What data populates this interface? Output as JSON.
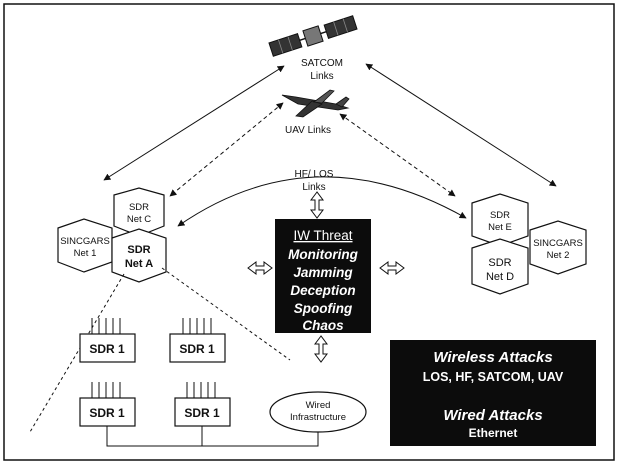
{
  "satcom": {
    "line1": "SATCOM",
    "line2": "Links"
  },
  "uav": {
    "label": "UAV Links"
  },
  "hf": {
    "line1": "HF/ LOS",
    "line2": "Links"
  },
  "cluster_left": {
    "net_c": {
      "line1": "SDR",
      "line2": "Net C"
    },
    "sincgars1": {
      "line1": "SINCGARS",
      "line2": "Net 1"
    },
    "net_a": {
      "line1": "SDR",
      "line2": "Net A"
    }
  },
  "cluster_right": {
    "net_e": {
      "line1": "SDR",
      "line2": "Net E"
    },
    "sincgars2": {
      "line1": "SINCGARS",
      "line2": "Net 2"
    },
    "net_d": {
      "line1": "SDR",
      "line2": "Net D"
    }
  },
  "threat": {
    "title": "IW Threat",
    "items": [
      "Monitoring",
      "Jamming",
      "Deception",
      "Spoofing",
      "Chaos"
    ]
  },
  "radios": [
    "SDR 1",
    "SDR 1",
    "SDR 1",
    "SDR 1"
  ],
  "wired": {
    "line1": "Wired",
    "line2": "Infrastructure"
  },
  "attacks": {
    "wireless_title": "Wireless Attacks",
    "wireless_sub": "LOS, HF, SATCOM, UAV",
    "wired_title": "Wired Attacks",
    "wired_sub": "Ethernet"
  },
  "colors": {
    "ink": "#111111",
    "threat_bg": "#0c0c0c",
    "paper": "#ffffff"
  }
}
